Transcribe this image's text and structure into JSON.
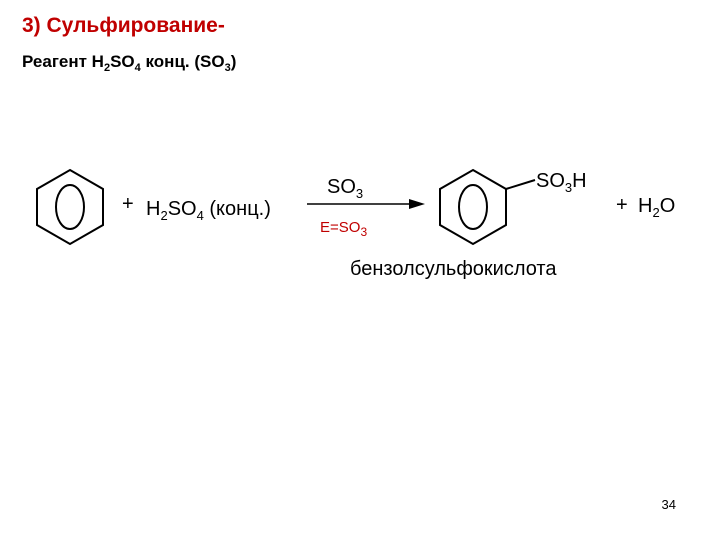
{
  "slide": {
    "title": "3) Сульфирование-",
    "reagent": {
      "prefix": "Реагент H",
      "sub1": "2",
      "mid": "SO",
      "sub2": "4",
      "suffix": " конц. (SO",
      "sub3": "3",
      "close": ")"
    },
    "reaction": {
      "plus1": "+",
      "acid_h": "H",
      "acid_sub1": "2",
      "acid_so": "SO",
      "acid_sub2": "4",
      "acid_note": " (конц.)",
      "above_arrow_so": "SO",
      "above_arrow_sub": "3",
      "below_arrow": "E=SO",
      "below_arrow_sub": "3",
      "substituent_so": "SO",
      "substituent_sub": "3",
      "substituent_h": "H",
      "plus2": "+",
      "water_h": "H",
      "water_sub": "2",
      "water_o": "O"
    },
    "product_name": "бензолсульфокислота",
    "page_number": "34",
    "colors": {
      "accent": "#c00000",
      "text": "#000000"
    }
  }
}
